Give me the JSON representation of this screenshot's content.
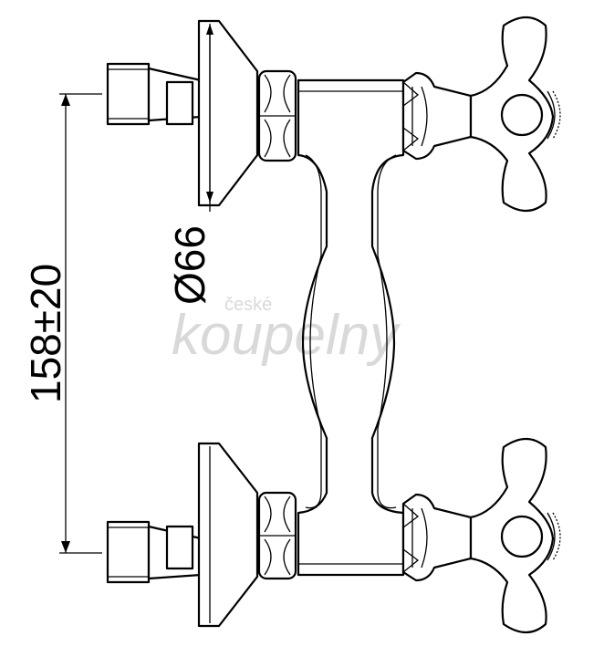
{
  "drawing": {
    "dimension_height": "158±20",
    "dimension_diameter": "Ø66"
  },
  "watermark": {
    "small_text": "české",
    "big_text": "koupelny",
    "color": "#d9d9d9"
  },
  "line_color": "#000000"
}
